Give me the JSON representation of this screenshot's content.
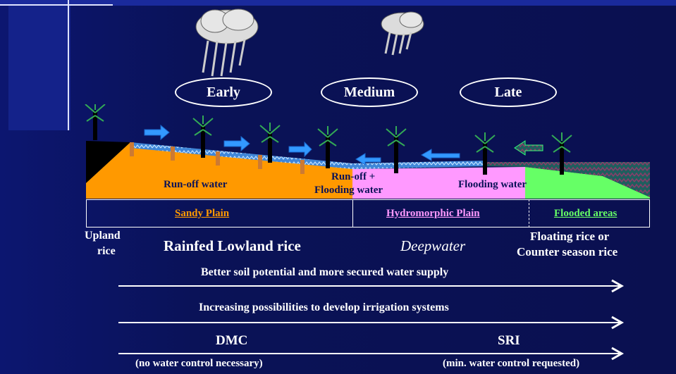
{
  "seasons": [
    "Early",
    "Medium",
    "Late"
  ],
  "water": {
    "runoff": "Run-off water",
    "runoff_flood_1": "Run-off  +",
    "runoff_flood_2": "Flooding water",
    "flooding": "Flooding water"
  },
  "plains": {
    "sandy": "Sandy Plain",
    "hydro": "Hydromorphic Plain",
    "flooded": "Flooded areas"
  },
  "rice": {
    "upland_1": "Upland",
    "upland_2": "rice",
    "rainfed": "Rainfed Lowland rice",
    "deepwater": "Deepwater",
    "floating_1": "Floating rice or",
    "floating_2": "Counter season rice"
  },
  "trends": {
    "soil": "Better soil potential and more secured water supply",
    "irrigation": "Increasing possibilities to develop irrigation systems"
  },
  "methods": {
    "dmc": "DMC",
    "dmc_note": "(no water control necessary)",
    "sri": "SRI",
    "sri_note": "(min. water control requested)"
  },
  "colors": {
    "background": "#0a1257",
    "sandy": "#ff9900",
    "hydro": "#ff99ff",
    "flooded": "#66ff66",
    "water_arrow": "#3399ff"
  }
}
